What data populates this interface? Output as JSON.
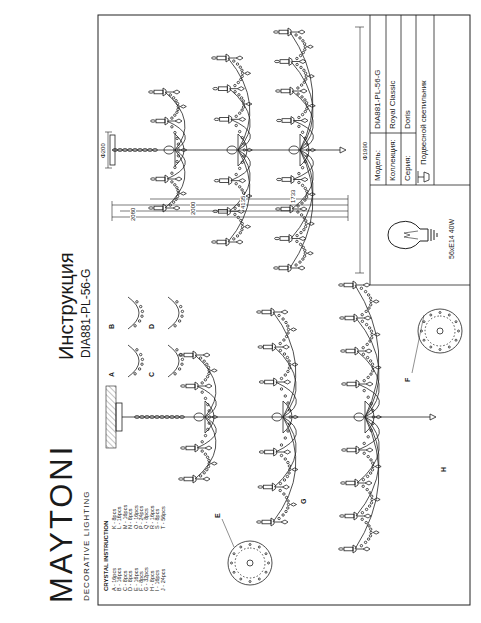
{
  "diagram": {
    "title": "Инструкция",
    "labels": [
      "MAYTONI",
      "DECORATIVE LIGHTING",
      "DIA881-PL-56-G",
      "Φ200",
      "2080",
      "2000",
      "1733",
      "4135",
      "Φ1990",
      "Модель:",
      "DIA881-PL-56-G",
      "Коллекция:",
      "Royal Classic",
      "Серия:",
      "Doris",
      "Подвесной светильник",
      "56xE14 40W",
      "CRYSTAL INSTRUCTION",
      "A - 16pcs",
      "B - 16pcs",
      "C - 8pcs",
      "D - 8pcs",
      "E - 16pcs",
      "F - 8pcs",
      "G - 32pcs",
      "H - 8pcs",
      "I - 16pcs",
      "J - 24pcs",
      "K - 8pcs",
      "L - 16pcs",
      "M - 16pcs",
      "N - 8pcs",
      "O - 16pcs",
      "P - 24pcs",
      "Q - 8pcs",
      "R - 16pcs",
      "S - 8pcs",
      "T - 56pcs",
      "A",
      "B",
      "C",
      "D",
      "E",
      "F",
      "G",
      "H"
    ]
  }
}
